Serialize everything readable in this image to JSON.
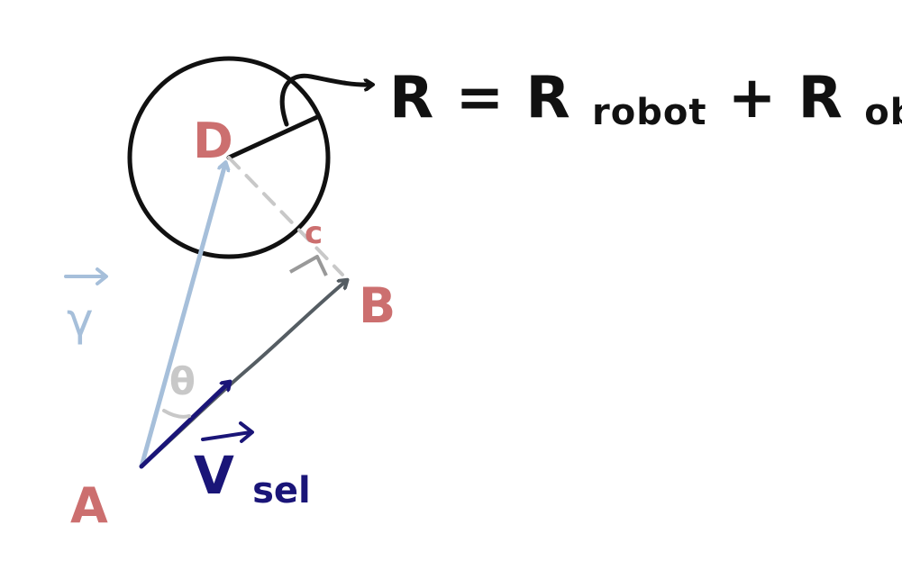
{
  "colors": {
    "red_label": "#cc6f6f",
    "light_blue": "#a6bfda",
    "navy": "#1a1578",
    "dark_gray": "#555d63",
    "light_gray": "#c8c8c8",
    "black": "#111111"
  },
  "points": {
    "A": "A",
    "B": "B",
    "C": "c",
    "D": "D"
  },
  "formula": {
    "lhs": "R",
    "equals": " = ",
    "term1_main": "R",
    "term1_sub": "robot",
    "plus": " + ",
    "term2_main": "R",
    "term2_sub": "obstacle"
  },
  "vectors": {
    "gamma": "γ",
    "v_main": "V",
    "v_sub": "sel"
  },
  "angle": {
    "label": "θ"
  }
}
